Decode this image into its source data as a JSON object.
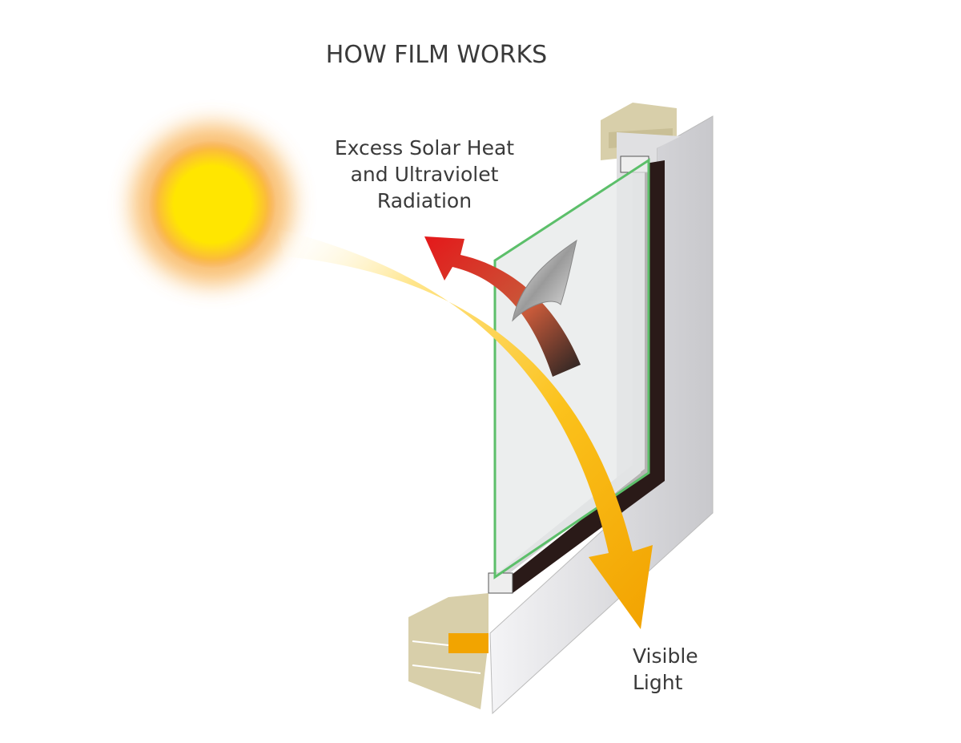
{
  "title": "HOW FILM WORKS",
  "labels": {
    "reflected": [
      "Excess Solar Heat",
      "and Ultraviolet",
      "Radiation"
    ],
    "transmitted": [
      "Visible",
      "Light"
    ]
  },
  "colors": {
    "sun": "#ffe600",
    "sun_glow": "#f8a94a",
    "visible_light_arrow": "#f4a800",
    "heat_arrow": "#e0201a",
    "glass_edge": "#5cbf6a",
    "frame": "#e8e8ea",
    "frame_dark": "#2a1a18",
    "wall": "#d8cfaa"
  }
}
